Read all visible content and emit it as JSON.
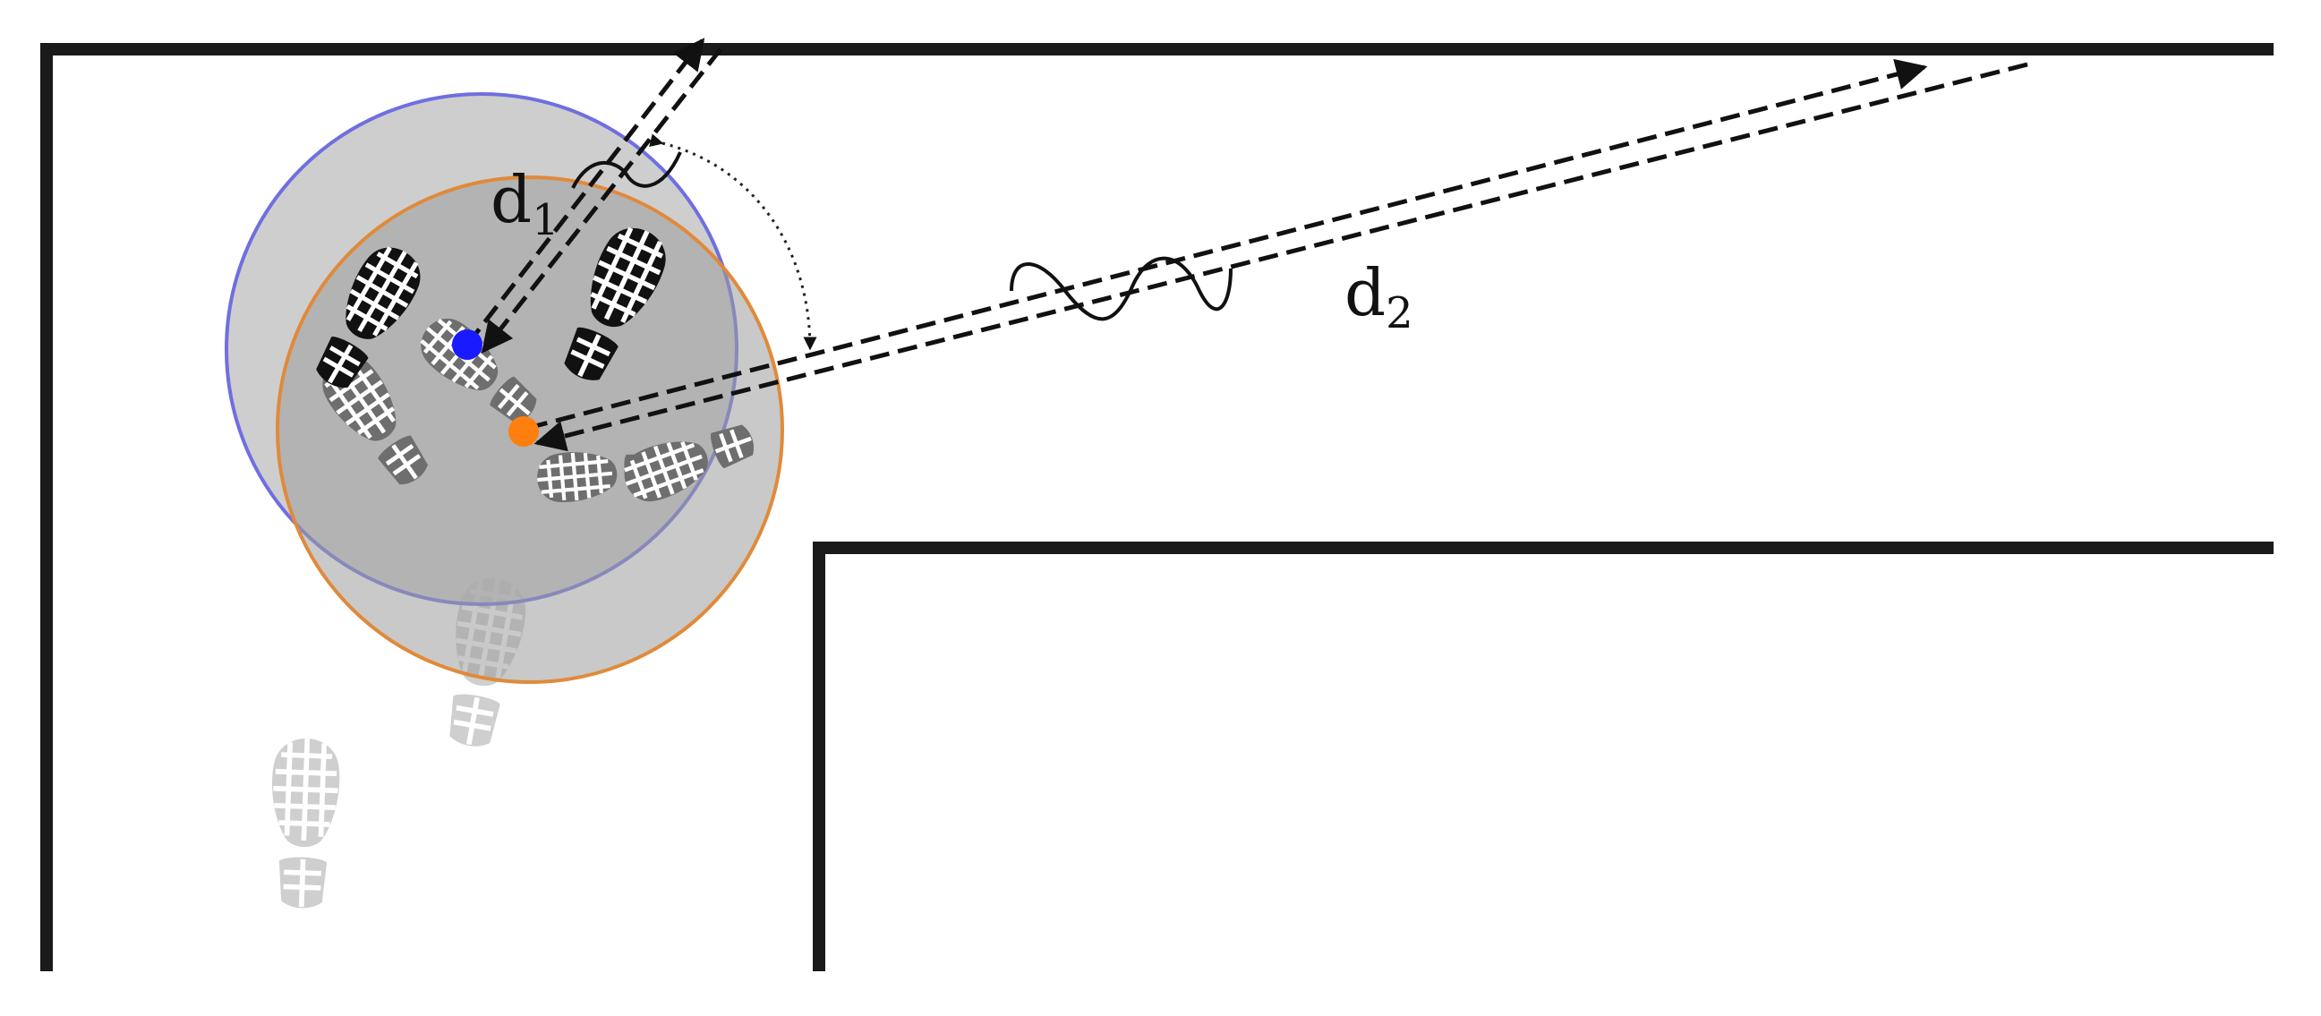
{
  "labels": {
    "d1_main": "d",
    "d1_sub": "1",
    "d2_main": "d",
    "d2_sub": "2"
  },
  "colors": {
    "wall": "#1a1a1a",
    "blue_circle_stroke": "#6f6fe0",
    "orange_circle_stroke": "#e08a3a",
    "circle_fill": "#a9a9a9",
    "blue_point": "#1a1aff",
    "orange_point": "#ff7f0e",
    "footprint_dark": "#111111",
    "footprint_mid": "#6e6e6e",
    "footprint_light": "#cfcfcf",
    "ray": "#111111"
  },
  "icons": {
    "footprint": "footprint-icon",
    "wave": "wave-icon"
  }
}
